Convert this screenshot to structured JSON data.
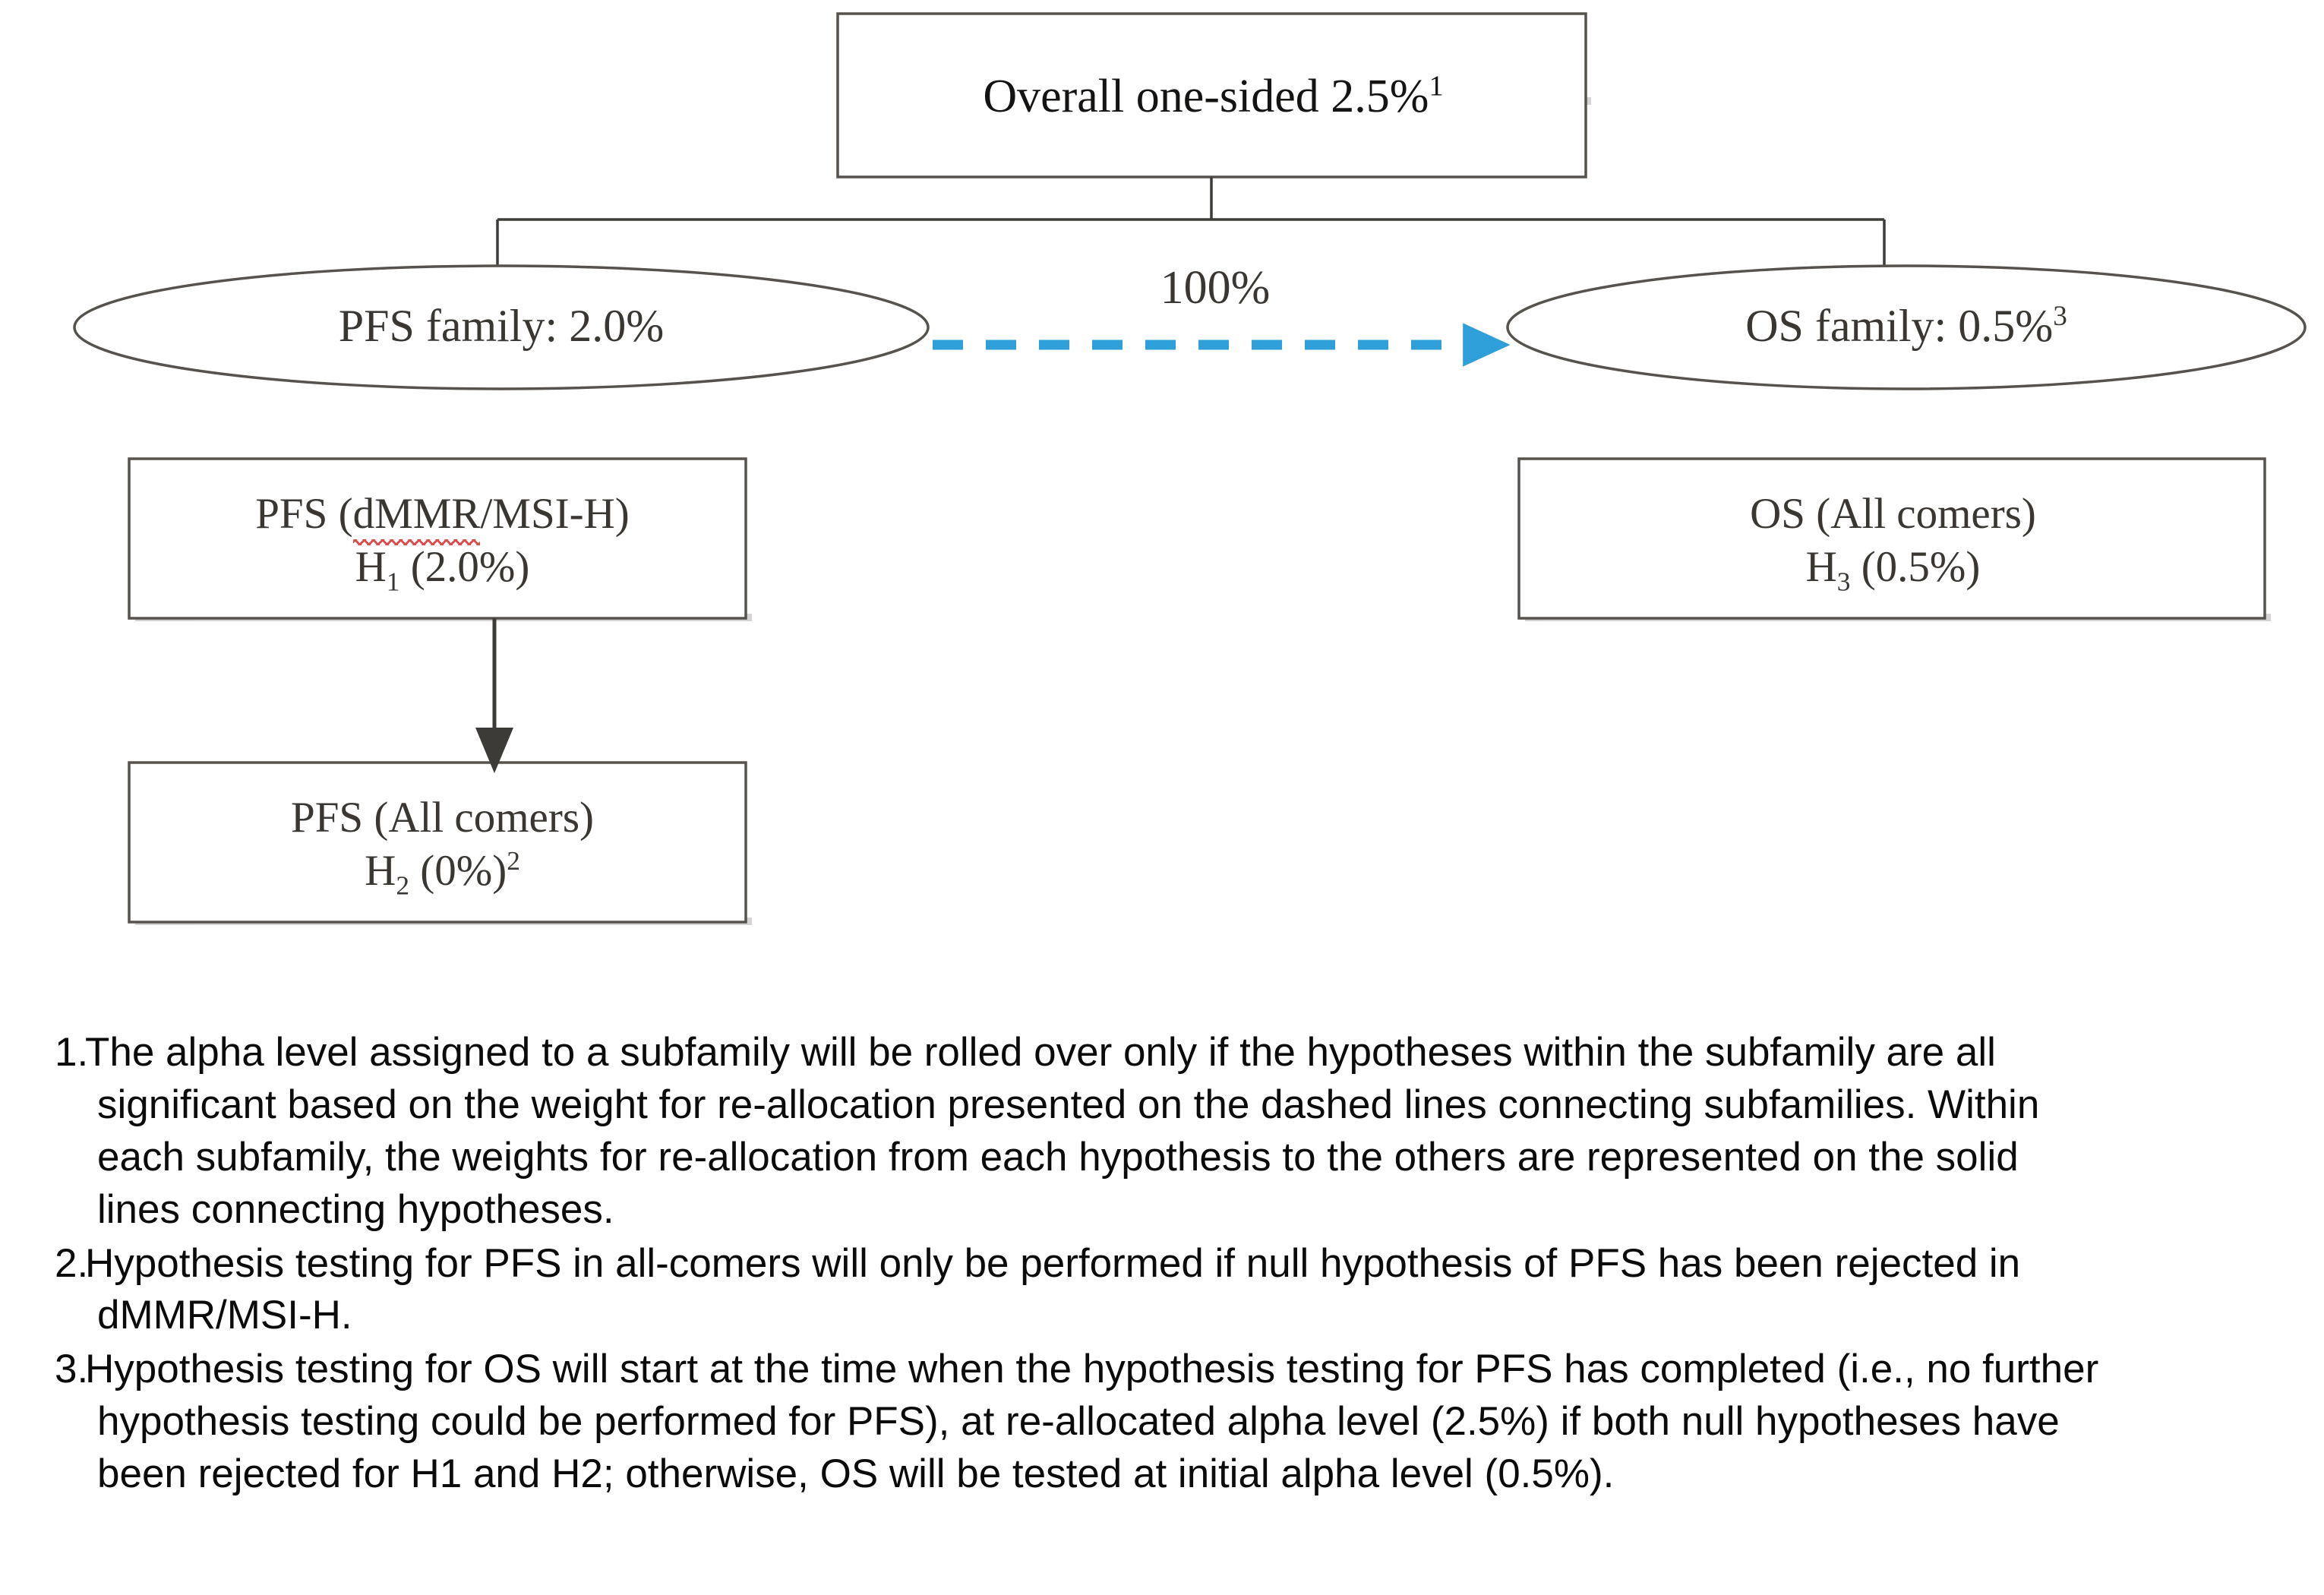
{
  "diagram": {
    "title_node": {
      "name": "overall-alpha-box",
      "text_prefix": "Overall one-sided 2.5%",
      "superscript": "1"
    },
    "families": [
      {
        "name": "pfs-family-ellipse",
        "text": "PFS family: 2.0%",
        "superscript": ""
      },
      {
        "name": "os-family-ellipse",
        "text_prefix": "OS family: 0.5%",
        "superscript": "3"
      }
    ],
    "hypotheses": [
      {
        "name": "pfs-dmmr-box",
        "line1_before": "PFS (",
        "line1_flagged": "dMMR",
        "line1_after": "/MSI-H)",
        "line2_h": "H",
        "line2_sub": "1",
        "line2_rest": " (2.0%)",
        "line2_sup": ""
      },
      {
        "name": "pfs-all-comers-box",
        "line1_before": "PFS (All comers)",
        "line1_flagged": "",
        "line1_after": "",
        "line2_h": "H",
        "line2_sub": "2",
        "line2_rest": " (0%)",
        "line2_sup": "2"
      },
      {
        "name": "os-all-comers-box",
        "line1_before": "OS (All comers)",
        "line1_flagged": "",
        "line1_after": "",
        "line2_h": "H",
        "line2_sub": "3",
        "line2_rest": " (0.5%)",
        "line2_sup": ""
      }
    ],
    "edges": {
      "reallocation_weight_label": "100%",
      "dashed_edge_color": "#2e9fd8",
      "solid_edge_color": "#3d3b38",
      "node_border_color": "#56524d"
    }
  },
  "footnotes": [
    {
      "marker": "1.",
      "line1": "The alpha level assigned to a subfamily will be rolled over only if the hypotheses within the subfamily are all",
      "line2": "significant based on the weight for re-allocation presented on the dashed lines connecting subfamilies. Within",
      "line3": "each subfamily, the weights for re-allocation from each hypothesis to the others are represented on the solid",
      "line4": "lines connecting hypotheses."
    },
    {
      "marker": "2.",
      "line1": "Hypothesis testing for PFS in all-comers will only be performed if null hypothesis of PFS has been rejected in",
      "line2": "dMMR/MSI-H.",
      "line3": "",
      "line4": ""
    },
    {
      "marker": "3.",
      "line1": "Hypothesis testing for OS will start at the time when the hypothesis testing for PFS has completed (i.e., no further",
      "line2": "hypothesis testing could be performed for PFS), at re-allocated alpha level (2.5%) if both null hypotheses have",
      "line3": "been rejected for H1 and H2; otherwise, OS will be tested at initial alpha level (0.5%).",
      "line4": ""
    }
  ]
}
